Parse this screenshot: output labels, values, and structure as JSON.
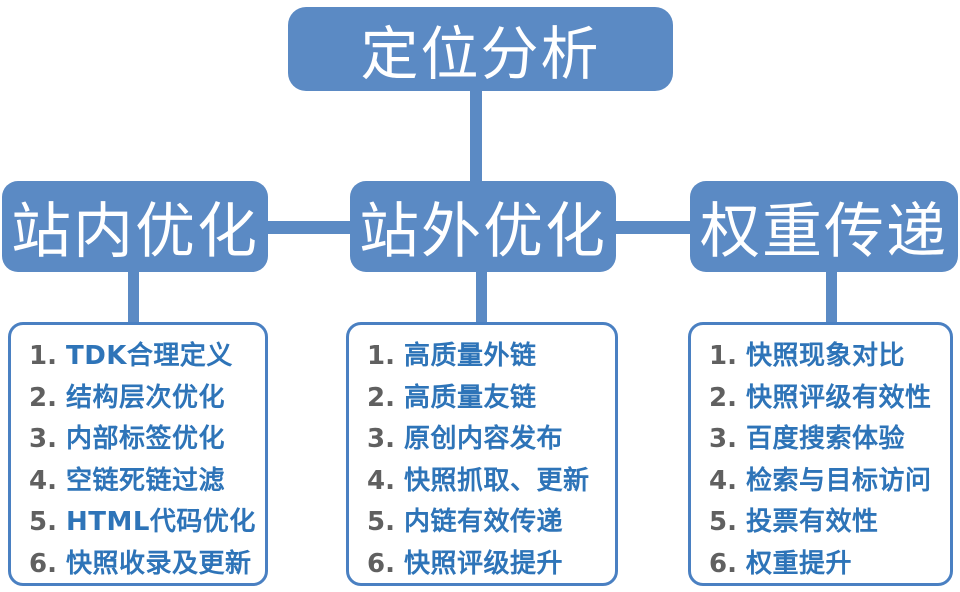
{
  "root": {
    "label": "定位分析"
  },
  "branches": [
    {
      "label": "站内优化",
      "items": [
        {
          "num": "1.",
          "text": "TDK合理定义"
        },
        {
          "num": "2.",
          "text": "结构层次优化"
        },
        {
          "num": "3.",
          "text": "内部标签优化"
        },
        {
          "num": "4.",
          "text": "空链死链过滤"
        },
        {
          "num": "5.",
          "text": "HTML代码优化"
        },
        {
          "num": "6.",
          "text": "快照收录及更新"
        }
      ]
    },
    {
      "label": "站外优化",
      "items": [
        {
          "num": "1.",
          "text": "高质量外链"
        },
        {
          "num": "2.",
          "text": "高质量友链"
        },
        {
          "num": "3.",
          "text": "原创内容发布"
        },
        {
          "num": "4.",
          "text": "快照抓取、更新"
        },
        {
          "num": "5.",
          "text": "内链有效传递"
        },
        {
          "num": "6.",
          "text": "快照评级提升"
        }
      ]
    },
    {
      "label": "权重传递",
      "items": [
        {
          "num": "1.",
          "text": "快照现象对比"
        },
        {
          "num": "2.",
          "text": "快照评级有效性"
        },
        {
          "num": "3.",
          "text": "百度搜索体验"
        },
        {
          "num": "4.",
          "text": "检索与目标访问"
        },
        {
          "num": "5.",
          "text": "投票有效性"
        },
        {
          "num": "6.",
          "text": "权重提升"
        }
      ]
    }
  ],
  "colors": {
    "node_blue": "#5b8ac4",
    "box_border_blue": "#4a80c2",
    "item_text_blue": "#2e74b8",
    "item_number_gray": "#606060"
  }
}
